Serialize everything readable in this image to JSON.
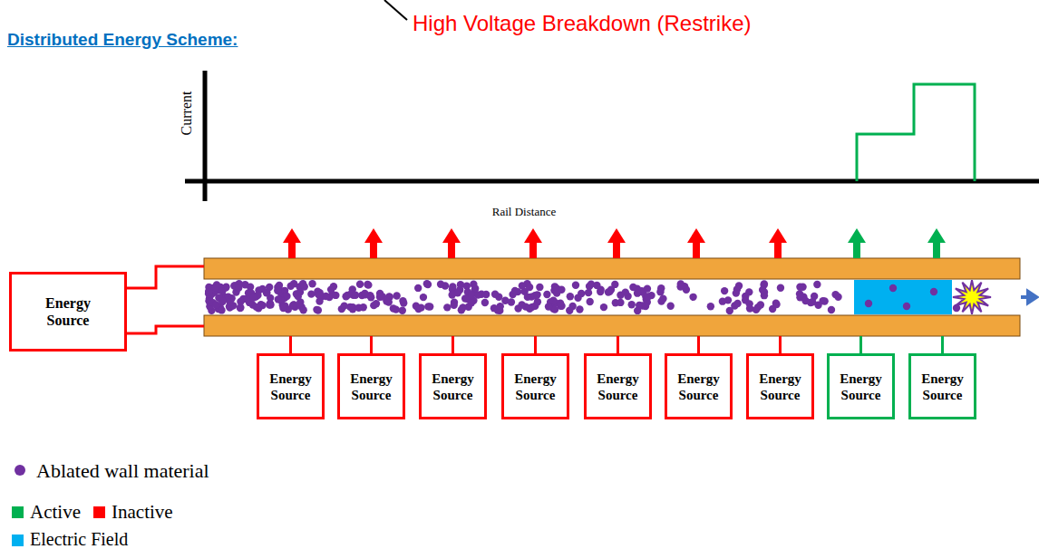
{
  "diagram": {
    "title": "Distributed Energy Scheme:",
    "nodes": [
      {
        "text": [
          "Energy Source"
        ]
      },
      {
        "text": [
          "Energy Source"
        ]
      },
      {
        "text": [
          "Energy Source"
        ]
      },
      {
        "text": [
          "Energy Source"
        ]
      },
      {
        "text": [
          "Energy Source"
        ]
      },
      {
        "text": [
          "Energy Source"
        ]
      },
      {
        "text": [
          "Energy Source"
        ]
      },
      {
        "text": [
          "Energy Source"
        ]
      },
      {
        "text": [
          "Energy Source"
        ]
      },
      {
        "text": [
          "Energy Source"
        ]
      }
    ],
    "labels": [
      "High Voltage Breakdown (Restrike)",
      "Current",
      "Rail Distance"
    ],
    "legend": [
      {
        "text": "Ablated wall material",
        "color": "#7030a0"
      },
      {
        "text": "Active",
        "color": "#00b050"
      },
      {
        "text": "Inactive",
        "color": "#ff0000"
      },
      {
        "text": "Electric Field",
        "color": "#00b0f0"
      }
    ]
  }
}
